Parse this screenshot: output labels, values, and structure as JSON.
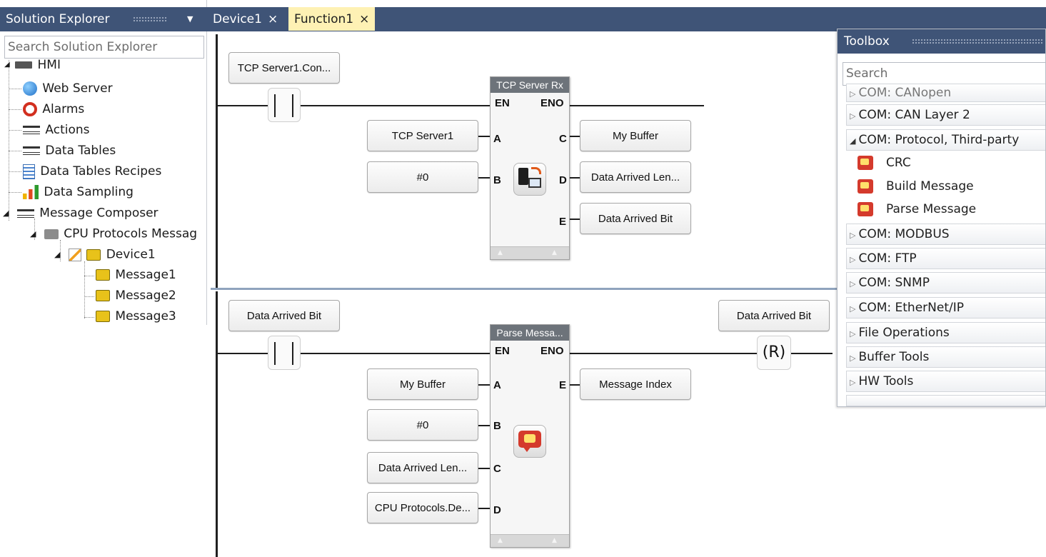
{
  "solution_explorer": {
    "title": "Solution Explorer",
    "search_placeholder": "Search Solution Explorer",
    "tree": [
      {
        "label": "HMI"
      },
      {
        "label": "Web Server"
      },
      {
        "label": "Alarms"
      },
      {
        "label": "Actions"
      },
      {
        "label": "Data Tables"
      },
      {
        "label": "Data Tables Recipes"
      },
      {
        "label": "Data Sampling"
      },
      {
        "label": "Message Composer"
      },
      {
        "label": "CPU Protocols Messag"
      },
      {
        "label": "Device1"
      },
      {
        "label": "Message1"
      },
      {
        "label": "Message2"
      },
      {
        "label": "Message3"
      }
    ]
  },
  "tabs": [
    {
      "label": "Device1",
      "close": "×"
    },
    {
      "label": "Function1",
      "close": "×"
    }
  ],
  "rung1": {
    "contact_tag": "TCP Server1.Con...",
    "block": {
      "title": "TCP Server Rx",
      "en": "EN",
      "eno": "ENO",
      "inputs": [
        {
          "pin": "A",
          "tag": "TCP Server1"
        },
        {
          "pin": "B",
          "tag": "#0"
        }
      ],
      "outputs": [
        {
          "pin": "C",
          "tag": "My Buffer"
        },
        {
          "pin": "D",
          "tag": "Data Arrived Len..."
        },
        {
          "pin": "E",
          "tag": "Data Arrived Bit"
        }
      ]
    }
  },
  "rung2": {
    "contact_tag": "Data Arrived Bit",
    "coil_tag": "Data Arrived Bit",
    "coil_symbol": "(R)",
    "block": {
      "title": "Parse Messa...",
      "en": "EN",
      "eno": "ENO",
      "inputs": [
        {
          "pin": "A",
          "tag": "My Buffer"
        },
        {
          "pin": "B",
          "tag": "#0"
        },
        {
          "pin": "C",
          "tag": "Data Arrived Len..."
        },
        {
          "pin": "D",
          "tag": "CPU Protocols.De..."
        }
      ],
      "outputs": [
        {
          "pin": "E",
          "tag": "Message Index"
        }
      ]
    }
  },
  "toolbox": {
    "title": "Toolbox",
    "search_placeholder": "Search",
    "categories": [
      {
        "label": "COM: CANopen",
        "state": "collapsed"
      },
      {
        "label": "COM: CAN Layer 2",
        "state": "collapsed"
      },
      {
        "label": "COM: Protocol, Third-party",
        "state": "expanded",
        "items": [
          "CRC",
          "Build Message",
          "Parse Message"
        ]
      },
      {
        "label": "COM: MODBUS",
        "state": "collapsed"
      },
      {
        "label": "COM: FTP",
        "state": "collapsed"
      },
      {
        "label": "COM: SNMP",
        "state": "collapsed"
      },
      {
        "label": "COM: EtherNet/IP",
        "state": "collapsed"
      },
      {
        "label": "File Operations",
        "state": "collapsed"
      },
      {
        "label": "Buffer Tools",
        "state": "collapsed"
      },
      {
        "label": "HW Tools",
        "state": "collapsed"
      }
    ],
    "arrow_collapsed": "▷",
    "arrow_expanded": "◢"
  },
  "colors": {
    "header_bg": "#3f5477",
    "active_tab_bg": "#fef1b4",
    "block_title_bg": "#6d737a"
  }
}
